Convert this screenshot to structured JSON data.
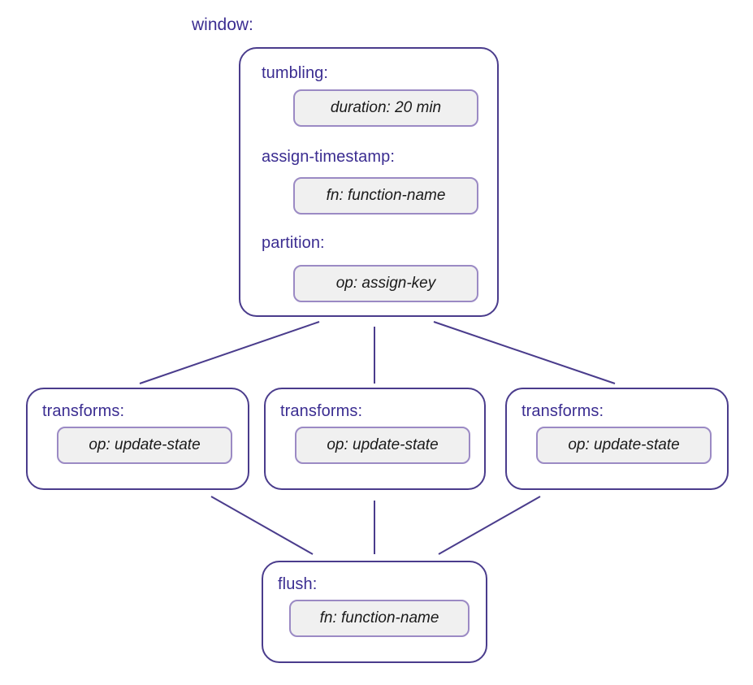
{
  "diagram": {
    "root_label": "window:",
    "background_color": "#ffffff",
    "label_color": "#3b2d91",
    "group_border_color": "#4a3c8c",
    "leaf_border_color": "#9b8ac4",
    "leaf_fill_color": "#f0f0f0",
    "leaf_text_color": "#1a1a1a",
    "connector_color": "#4a3c8c",
    "inner_connector_color": "#333333"
  },
  "window_group": {
    "sections": [
      {
        "label": "tumbling:",
        "value": "duration: 20 min"
      },
      {
        "label": "assign-timestamp:",
        "value": "fn: function-name"
      },
      {
        "label": "partition:",
        "value": "op: assign-key"
      }
    ]
  },
  "transforms": [
    {
      "label": "transforms:",
      "value": "op: update-state"
    },
    {
      "label": "transforms:",
      "value": "op: update-state"
    },
    {
      "label": "transforms:",
      "value": "op: update-state"
    }
  ],
  "flush_group": {
    "label": "flush:",
    "value": "fn: function-name"
  }
}
